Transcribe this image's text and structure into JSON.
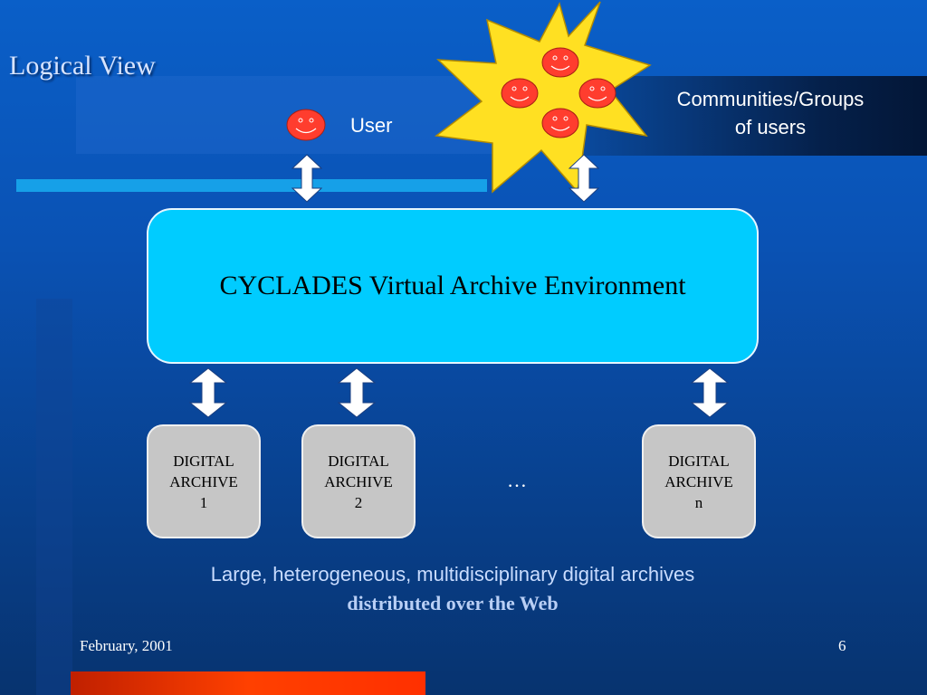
{
  "slide": {
    "title": "Logical View",
    "footer_date": "February, 2001",
    "page_number": "6"
  },
  "labels": {
    "user": "User",
    "communities_line1": "Communities/Groups",
    "communities_line2": "of users"
  },
  "main_box": {
    "label": "CYCLADES Virtual Archive Environment"
  },
  "archives": [
    {
      "line1": "DIGITAL",
      "line2": "ARCHIVE",
      "line3": "1"
    },
    {
      "line1": "DIGITAL",
      "line2": "ARCHIVE",
      "line3": "2"
    },
    {
      "line1": "DIGITAL",
      "line2": "ARCHIVE",
      "line3": "n"
    }
  ],
  "ellipsis": "…",
  "caption": {
    "line1": "Large, heterogeneous, multidisciplinary digital archives",
    "line2": "distributed over the Web"
  },
  "colors": {
    "background": "#0a52b4",
    "main_box": "#00ccff",
    "archive_box": "#c6c6c6",
    "face": "#ff3d2e",
    "starburst": "#ffe022",
    "footer_bar": "#ff3c00"
  },
  "icons": [
    "smiley-face-icon",
    "starburst-icon",
    "double-arrow-icon"
  ]
}
